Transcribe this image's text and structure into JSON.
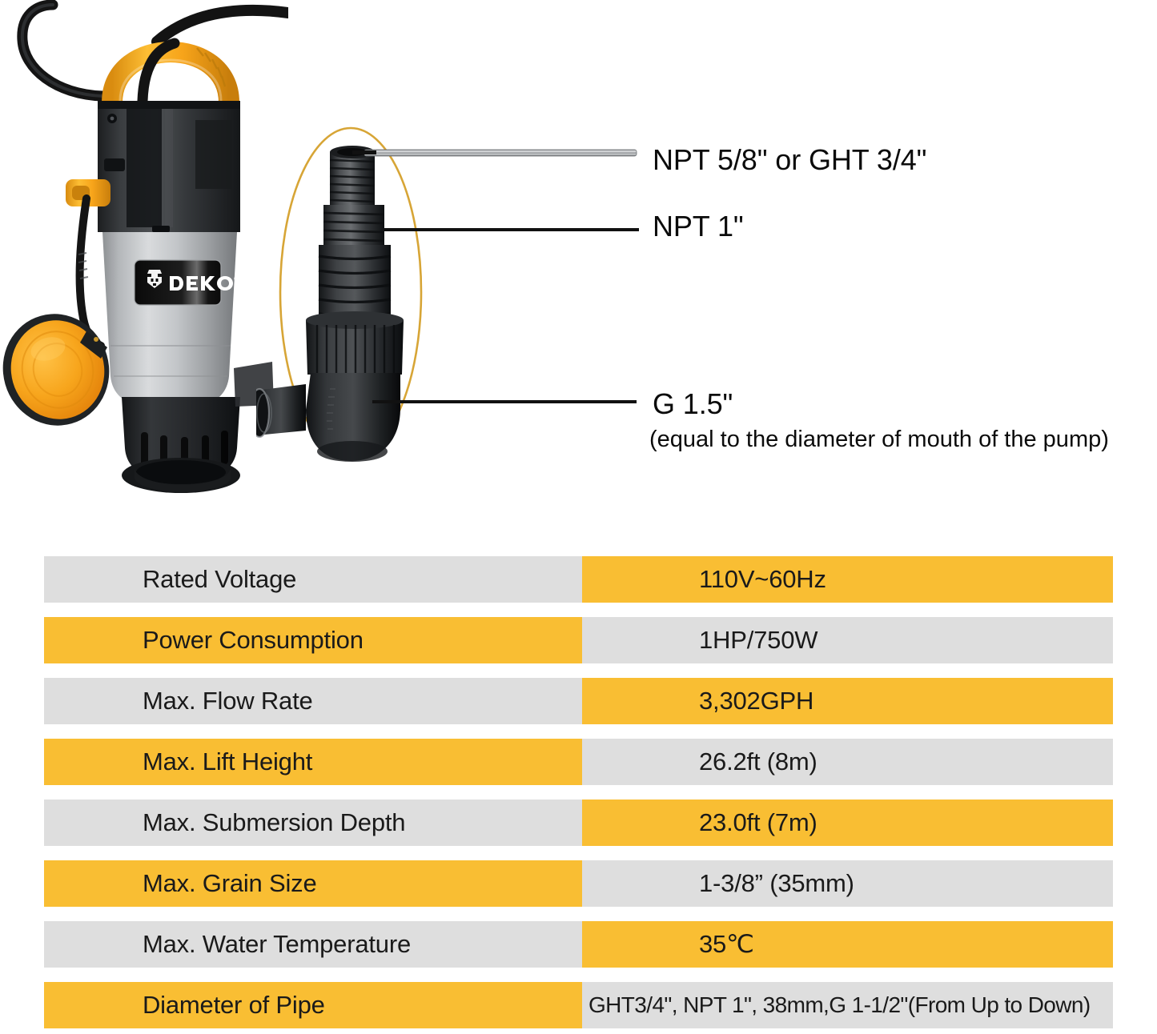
{
  "product": {
    "brand": "DEKO",
    "brand_mark": "®",
    "colors": {
      "accent_yellow": "#f9be33",
      "row_gray": "#dedede",
      "handle_yellow": "#f6a81c",
      "float_orange": "#f5a31c",
      "body_gray": "#b9bbbd",
      "housing_black": "#2b2d2f",
      "text_black": "#0b0b0b",
      "ellipse_gold": "#d7a536"
    }
  },
  "callouts": [
    {
      "id": "top-port",
      "label": "NPT 5/8\" or GHT 3/4\"",
      "sub": ""
    },
    {
      "id": "mid-port",
      "label": "NPT 1\"",
      "sub": ""
    },
    {
      "id": "elbow-port",
      "label": "G 1.5\"",
      "sub": "(equal to the diameter of mouth of the pump)"
    }
  ],
  "spec_table": {
    "rows": [
      {
        "label": "Rated Voltage",
        "value": "110V~60Hz",
        "label_fill": "gray",
        "value_fill": "yellow"
      },
      {
        "label": "Power Consumption",
        "value": "1HP/750W",
        "label_fill": "yellow",
        "value_fill": "gray"
      },
      {
        "label": "Max. Flow Rate",
        "value": "3,302GPH",
        "label_fill": "gray",
        "value_fill": "yellow"
      },
      {
        "label": "Max. Lift Height",
        "value": "26.2ft (8m)",
        "label_fill": "yellow",
        "value_fill": "gray"
      },
      {
        "label": "Max. Submersion Depth",
        "value": "23.0ft (7m)",
        "label_fill": "gray",
        "value_fill": "yellow"
      },
      {
        "label": "Max. Grain Size",
        "value": "1-3/8” (35mm)",
        "label_fill": "yellow",
        "value_fill": "gray"
      },
      {
        "label": "Max. Water Temperature",
        "value": "35℃",
        "label_fill": "gray",
        "value_fill": "yellow"
      },
      {
        "label": "Diameter of Pipe",
        "value": "GHT3/4\", NPT 1\", 38mm,G 1-1/2\"(From Up to Down)",
        "label_fill": "yellow",
        "value_fill": "gray",
        "compact": true
      }
    ]
  }
}
